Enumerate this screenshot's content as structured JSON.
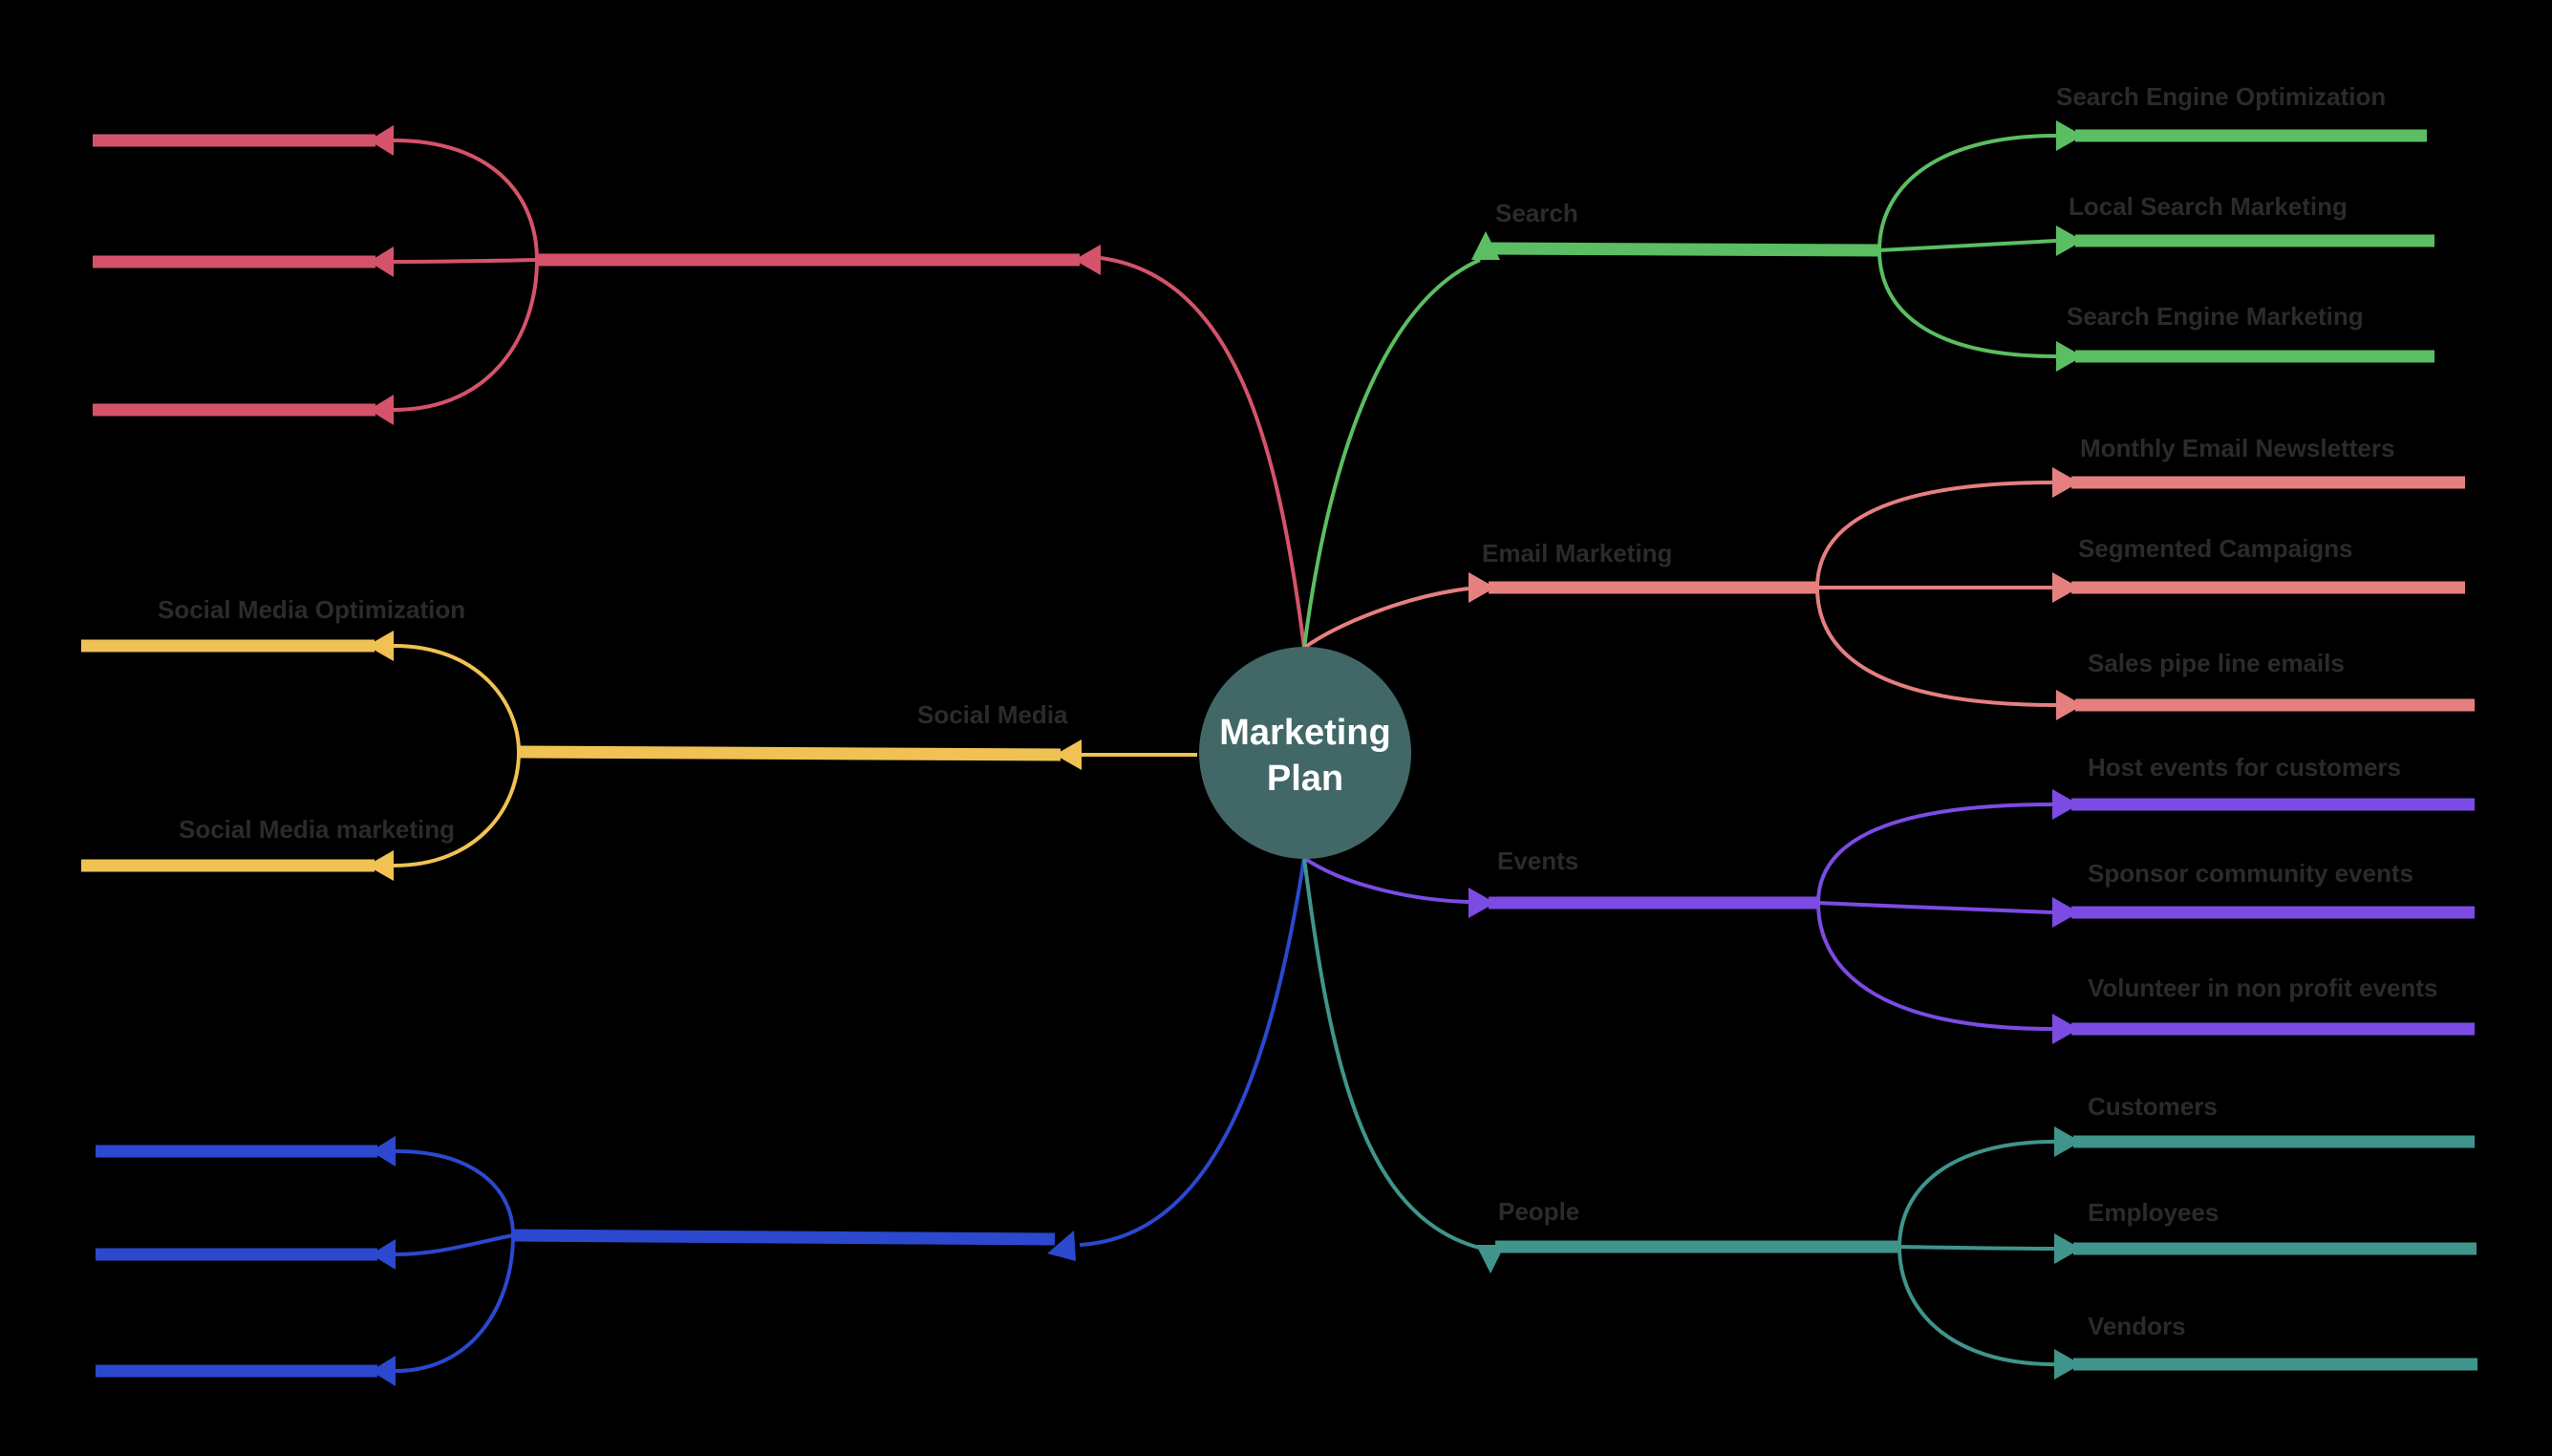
{
  "center": {
    "line1": "Marketing",
    "line2": "Plan"
  },
  "colors": {
    "background": "#000000",
    "node_fill": "#426767",
    "node_text": "#ffffff",
    "label_text": "#2b2b2b",
    "search_green": "#5bbe62",
    "email_salmon": "#e5807f",
    "events_purple": "#7c4be4",
    "people_teal": "#3f958c",
    "social_yellow": "#efc253",
    "crimson_branch": "#d5536a",
    "blue_branch": "#2b48cf"
  },
  "branches": {
    "search": {
      "label": "Search",
      "children": [
        "Search Engine Optimization",
        "Local Search Marketing",
        "Search Engine Marketing"
      ]
    },
    "email_marketing": {
      "label": "Email Marketing",
      "children": [
        "Monthly Email Newsletters",
        "Segmented Campaigns",
        "Sales pipe line emails"
      ]
    },
    "events": {
      "label": "Events",
      "children": [
        "Host events for customers",
        "Sponsor community events",
        "Volunteer in non profit events"
      ]
    },
    "people": {
      "label": "People",
      "children": [
        "Customers",
        "Employees",
        "Vendors"
      ]
    },
    "social_media": {
      "label": "Social Media",
      "children": [
        "Social Media Optimization",
        "Social Media marketing"
      ]
    }
  }
}
